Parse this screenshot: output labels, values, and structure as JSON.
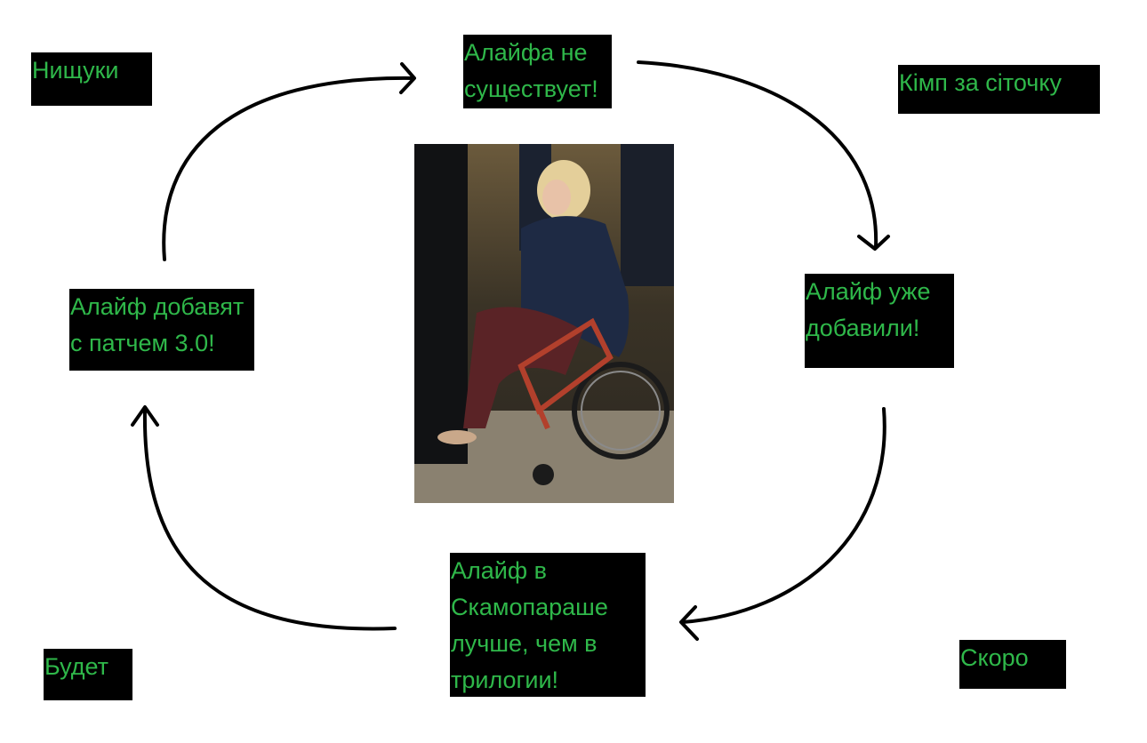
{
  "diagram": {
    "nodes": {
      "top": "Алайфа не\nсуществует!",
      "right": "Алайф уже\nдобавили!",
      "bottom": "Алайф в\nСкамопараше\nлучше, чем в\nтрилогии!",
      "left": "Алайф добавят\nс патчем 3.0!"
    },
    "corners": {
      "top_left": "Нищуки",
      "top_right": "Кімп за сіточку",
      "bottom_left": "Будет",
      "bottom_right": "Скоро"
    },
    "text_color": "#2fb84a",
    "box_color": "#000000",
    "arrow_color": "#000000"
  },
  "photo": {
    "subject": "woman-in-wheelchair"
  }
}
